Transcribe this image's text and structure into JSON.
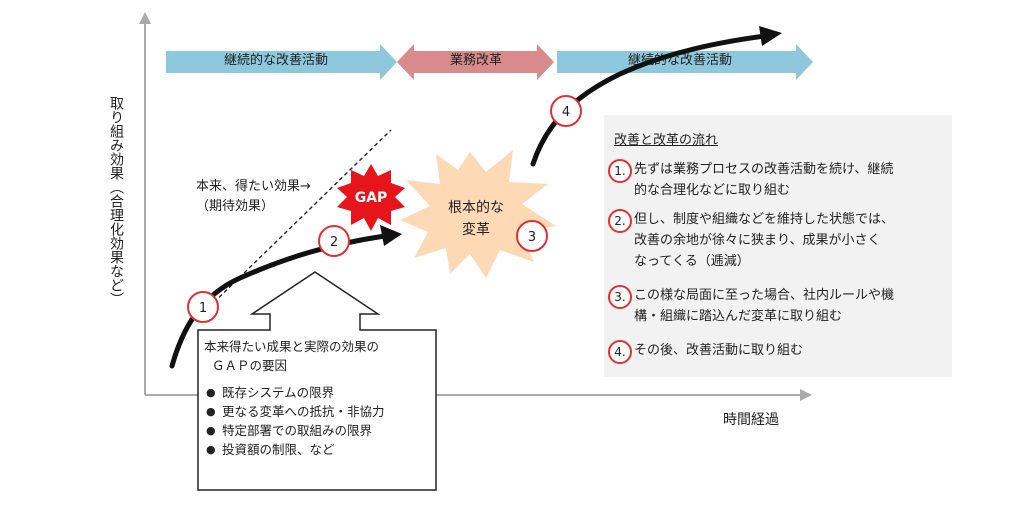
{
  "axes": {
    "y_label": "取り組み効果（合理化効果など）",
    "x_label": "時間経過"
  },
  "phase_arrows": [
    {
      "label": "継続的な改善活動",
      "color": "#8ec8dc"
    },
    {
      "label": "業務改革",
      "color": "#d98a8a"
    },
    {
      "label": "継続的な改善活動",
      "color": "#8ec8dc"
    }
  ],
  "expected_effect": {
    "line1": "本来、得たい効果→",
    "line2": "（期待効果）"
  },
  "gap_badge": {
    "label": "GAP",
    "color": "#e8141c"
  },
  "starburst": {
    "line1": "根本的な",
    "line2": "変革",
    "color": "#fdd9b5"
  },
  "markers": [
    "1",
    "2",
    "3",
    "4"
  ],
  "callout": {
    "title_line1": "本来得たい成果と実際の効果の",
    "title_line2": "ＧＡＰの要因",
    "items": [
      "既存システムの限界",
      "更なる変革への抵抗・非協力",
      "特定部署での取組みの限界",
      "投資額の制限、など"
    ]
  },
  "flow_panel": {
    "title": "改善と改革の流れ",
    "items": [
      {
        "num": "1.",
        "lines": [
          "先ずは業務プロセスの改善活動を続け、継続",
          "的な合理化などに取り組む"
        ]
      },
      {
        "num": "2.",
        "lines": [
          "但し、制度や組織などを維持した状態では、",
          "改善の余地が徐々に狭まり、成果が小さく",
          "なってくる（逓減）"
        ]
      },
      {
        "num": "3.",
        "lines": [
          "この様な局面に至った場合、社内ルールや機",
          "構・組織に踏込んだ変革に取り組む"
        ]
      },
      {
        "num": "4.",
        "lines": [
          "その後、改善活動に取り組む"
        ]
      }
    ]
  },
  "colors": {
    "marker_ring": "#e23030",
    "axis": "#aaaaaa",
    "curve": "#111111"
  }
}
